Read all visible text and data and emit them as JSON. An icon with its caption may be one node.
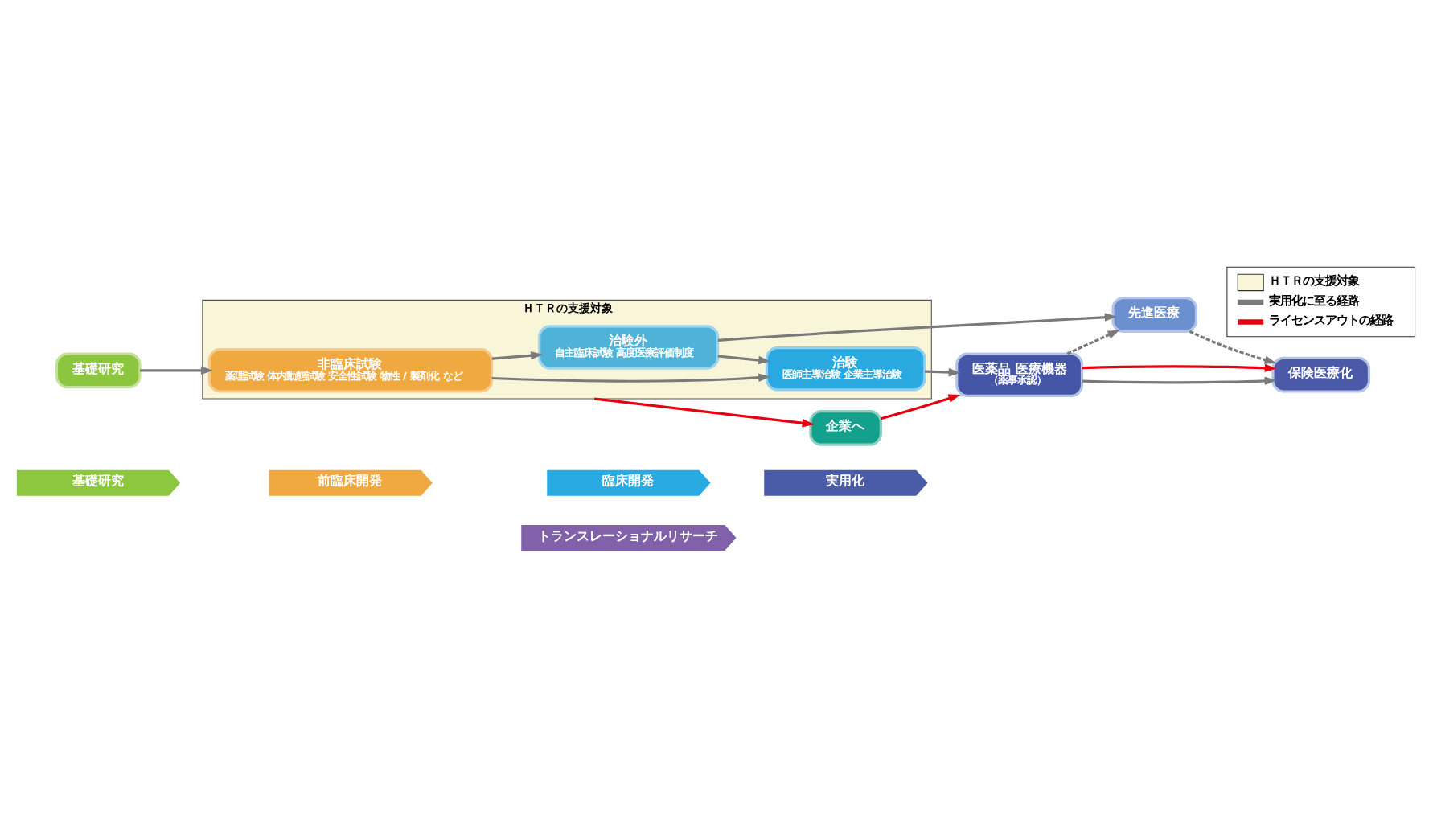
{
  "diagram": {
    "nodes": [
      {
        "text": [
          "基礎研究"
        ]
      },
      {
        "text": [
          "前臨床開発"
        ]
      },
      {
        "text": [
          "臨床開発"
        ]
      },
      {
        "text": [
          "実用化"
        ]
      },
      {
        "text": [
          "トランスレーショナルリサーチ"
        ]
      },
      {
        "text": [
          "ＨＴＲの支援対象"
        ]
      },
      {
        "text": [
          "基礎研究"
        ]
      },
      {
        "text": [
          "非臨床試験",
          "薬理試験 体内動態試験 安全性試験 物性 / 製剤化 など"
        ],
        "in": 5
      },
      {
        "text": [
          "治験外",
          "自主臨床試験 高度医療評価制度"
        ],
        "in": 5
      },
      {
        "text": [
          "治験",
          "医師主導治験 企業主導治験"
        ],
        "in": 5
      },
      {
        "text": [
          "先進医療"
        ]
      },
      {
        "text": [
          "医薬品 医療機器",
          "（薬事承認）"
        ]
      },
      {
        "text": [
          "保険医療化"
        ]
      },
      {
        "text": [
          "企業へ"
        ]
      }
    ],
    "edges": [
      {
        "from": 6,
        "to": 7,
        "arrow": "to"
      },
      {
        "from": 7,
        "to": 8,
        "arrow": "to"
      },
      {
        "from": 7,
        "to": 9,
        "arrow": "to"
      },
      {
        "from": 8,
        "to": 9,
        "arrow": "to"
      },
      {
        "from": 8,
        "to": 10,
        "arrow": "to"
      },
      {
        "from": 9,
        "to": 11,
        "arrow": "to"
      },
      {
        "from": 10,
        "to": 12,
        "arrow": "to",
        "style": "dashed"
      },
      {
        "from": 11,
        "to": 10,
        "arrow": "to",
        "style": "dashed"
      },
      {
        "from": 11,
        "to": 12,
        "arrow": "to"
      },
      {
        "from": 11,
        "to": 12,
        "arrow": "to",
        "color": "#e60012"
      },
      {
        "from": 5,
        "to": 13,
        "arrow": "to",
        "color": "#e60012"
      },
      {
        "from": 13,
        "to": 11,
        "arrow": "to",
        "color": "#e60012"
      }
    ],
    "legend": [
      {
        "text": "ＨＴＲの支援対象",
        "color": "#f8f5d8"
      },
      {
        "text": "実用化に至る経路"
      },
      {
        "text": "ライセンスアウトの経路"
      }
    ]
  }
}
